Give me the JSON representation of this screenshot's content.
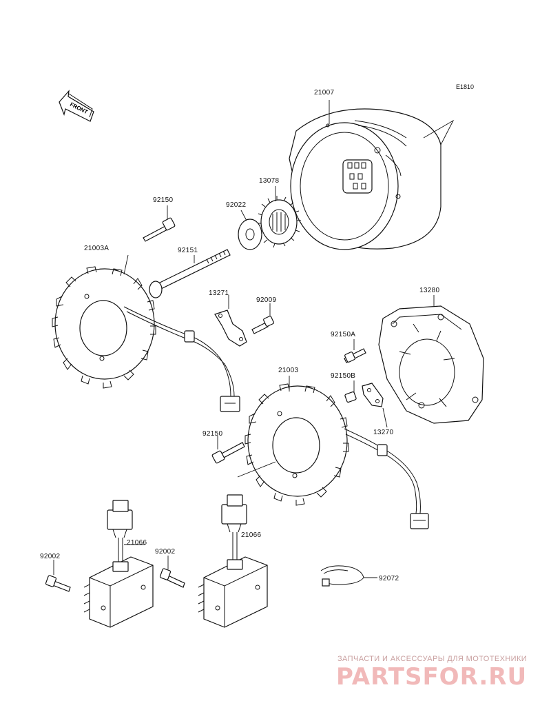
{
  "diagram": {
    "code": "E1810",
    "front_label": "FRONT",
    "part_numbers": {
      "flywheel": "21007",
      "gear_13078": "13078",
      "washer_92022": "92022",
      "bolt_top_92150": "92150",
      "bolt_92151": "92151",
      "stator_left": "21003A",
      "bracket_13271": "13271",
      "screw_92009": "92009",
      "cover_13280": "13280",
      "bolt_92150A": "92150A",
      "bolt_92150B": "92150B",
      "stator_center": "21003",
      "plate_13270": "13270",
      "bolt_mid_92150": "92150",
      "regulator_left": "21066",
      "regulator_right": "21066",
      "bolt_left_92002": "92002",
      "bolt_right_92002": "92002",
      "clamp_92072": "92072"
    }
  },
  "watermark": {
    "tagline": "ЗАПЧАСТИ И АКСЕССУАРЫ ДЛЯ МОТОТЕХНИКИ",
    "brand": "PARTSFOR.RU",
    "brand_color": "#f1b9b9"
  }
}
